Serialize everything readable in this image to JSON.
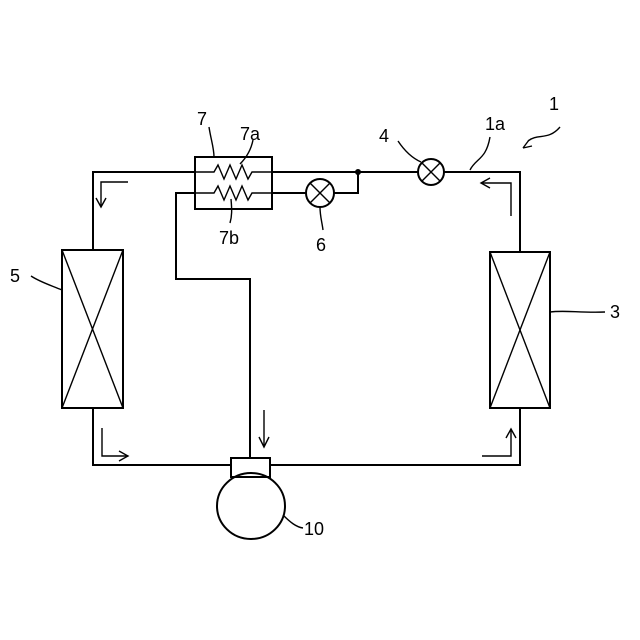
{
  "labels": {
    "system": "1",
    "pipe": "1a",
    "right_hx": "3",
    "expansion_valve": "4",
    "left_hx": "5",
    "bypass_valve": "6",
    "internal_hx": "7",
    "internal_hx_a": "7a",
    "internal_hx_b": "7b",
    "compressor": "10"
  },
  "colors": {
    "stroke": "#000000",
    "background": "#ffffff"
  }
}
